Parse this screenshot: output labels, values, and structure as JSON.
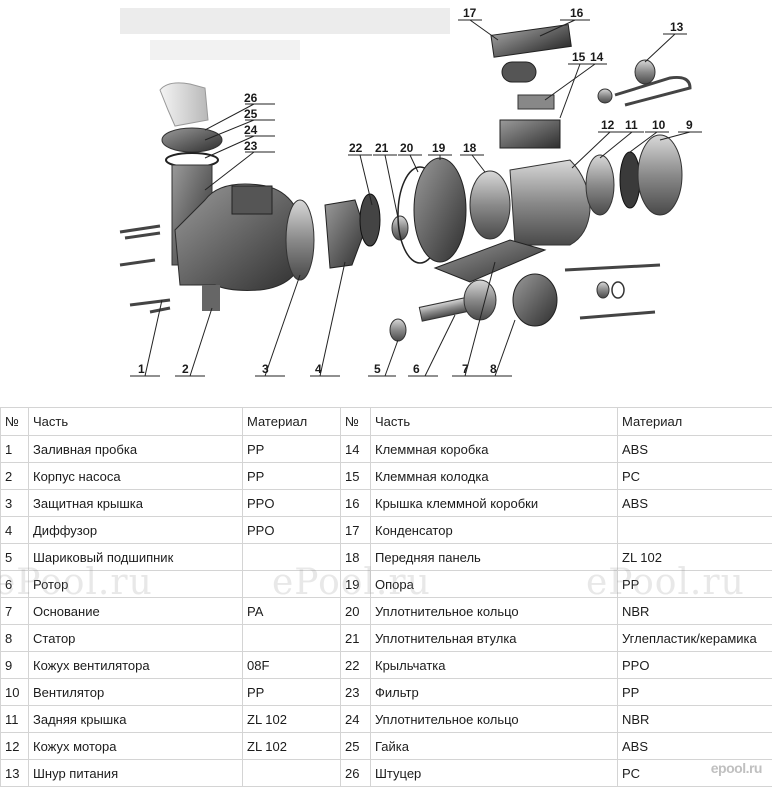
{
  "diagram": {
    "callouts": [
      "1",
      "2",
      "3",
      "4",
      "5",
      "6",
      "7",
      "8",
      "9",
      "10",
      "11",
      "12",
      "13",
      "14",
      "15",
      "16",
      "17",
      "18",
      "19",
      "20",
      "21",
      "22",
      "23",
      "24",
      "25",
      "26"
    ]
  },
  "table": {
    "headers": [
      "№",
      "Часть",
      "Материал",
      "№",
      "Часть",
      "Материал"
    ],
    "rows": [
      {
        "n1": "1",
        "p1": "Заливная пробка",
        "m1": "PP",
        "n2": "14",
        "p2": "Клеммная коробка",
        "m2": "ABS"
      },
      {
        "n1": "2",
        "p1": "Корпус насоса",
        "m1": "PP",
        "n2": "15",
        "p2": "Клеммная колодка",
        "m2": "PC"
      },
      {
        "n1": "3",
        "p1": "Защитная крышка",
        "m1": "PPO",
        "n2": "16",
        "p2": "Крышка клеммной коробки",
        "m2": "ABS"
      },
      {
        "n1": "4",
        "p1": "Диффузор",
        "m1": "PPO",
        "n2": "17",
        "p2": "Конденсатор",
        "m2": ""
      },
      {
        "n1": "5",
        "p1": "Шариковый подшипник",
        "m1": "",
        "n2": "18",
        "p2": "Передняя панель",
        "m2": "ZL 102"
      },
      {
        "n1": "6",
        "p1": "Ротор",
        "m1": "",
        "n2": "19",
        "p2": "Опора",
        "m2": "PP"
      },
      {
        "n1": "7",
        "p1": "Основание",
        "m1": "PA",
        "n2": "20",
        "p2": "Уплотнительное кольцо",
        "m2": "NBR"
      },
      {
        "n1": "8",
        "p1": "Статор",
        "m1": "",
        "n2": "21",
        "p2": "Уплотнительная втулка",
        "m2": "Углепластик/керамика"
      },
      {
        "n1": "9",
        "p1": "Кожух вентилятора",
        "m1": "08F",
        "n2": "22",
        "p2": "Крыльчатка",
        "m2": "PPO"
      },
      {
        "n1": "10",
        "p1": "Вентилятор",
        "m1": "PP",
        "n2": "23",
        "p2": "Фильтр",
        "m2": "PP"
      },
      {
        "n1": "11",
        "p1": "Задняя крышка",
        "m1": "ZL 102",
        "n2": "24",
        "p2": "Уплотнительное кольцо",
        "m2": "NBR"
      },
      {
        "n1": "12",
        "p1": "Кожух мотора",
        "m1": "ZL 102",
        "n2": "25",
        "p2": "Гайка",
        "m2": "ABS"
      },
      {
        "n1": "13",
        "p1": "Шнур питания",
        "m1": "",
        "n2": "26",
        "p2": "Штуцер",
        "m2": "PC"
      }
    ]
  },
  "watermark": "ePool.ru",
  "logo": "epool.ru"
}
